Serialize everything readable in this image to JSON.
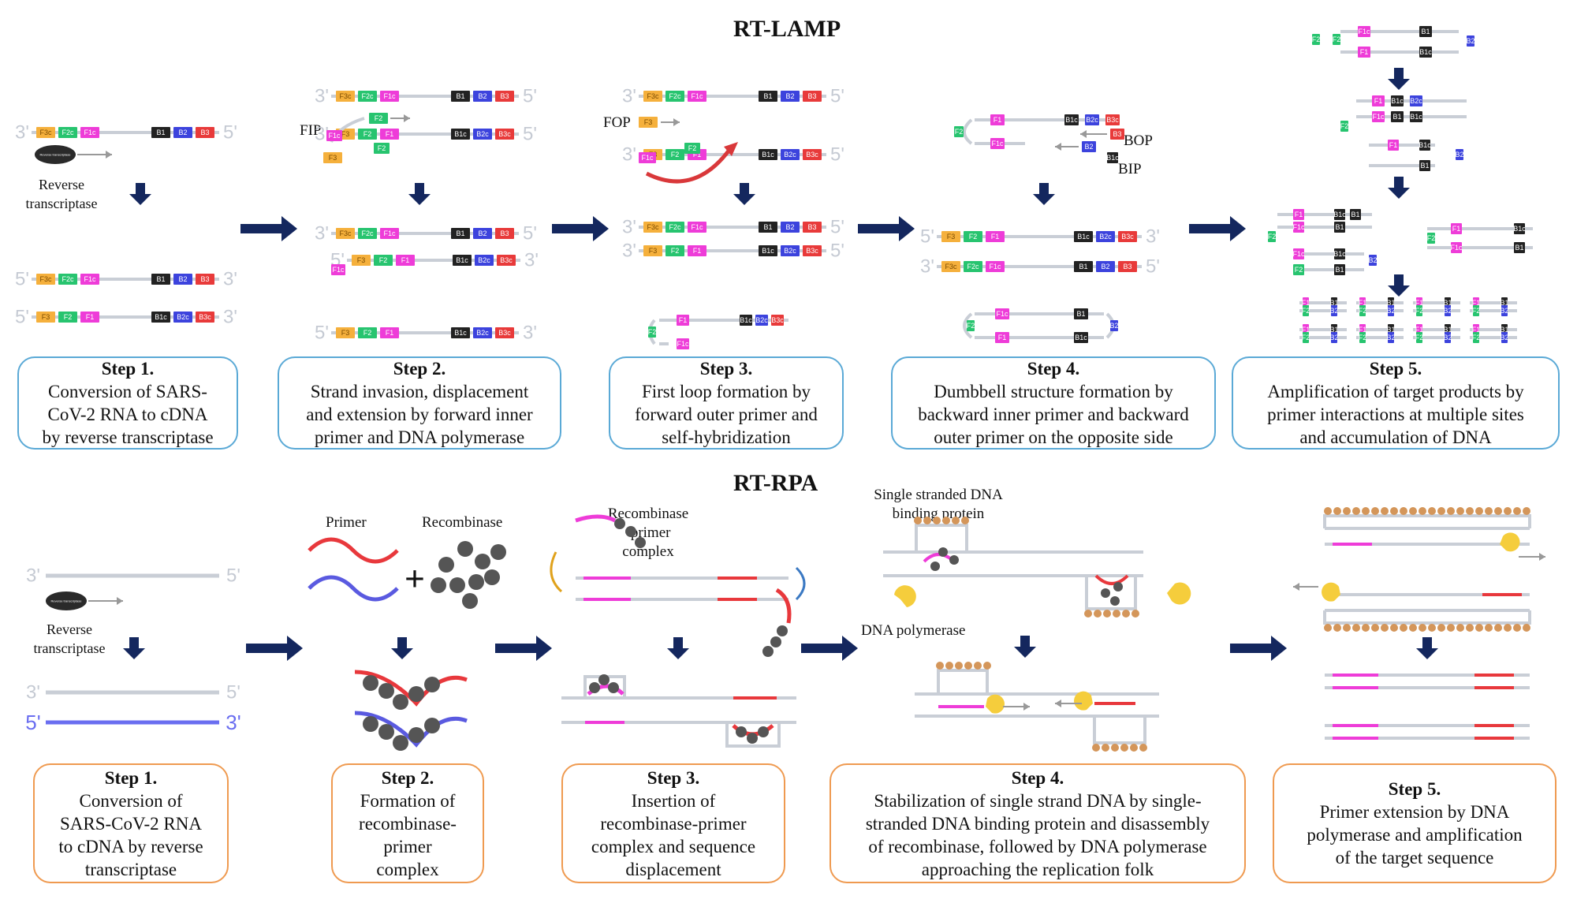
{
  "sections": {
    "lamp_title": "RT-LAMP",
    "rpa_title": "RT-RPA"
  },
  "lamp_steps": [
    {
      "step": "Step 1.",
      "desc": "Conversion of SARS-\nCoV-2 RNA to cDNA\nby reverse transcriptase"
    },
    {
      "step": "Step 2.",
      "desc": "Strand invasion, displacement\nand extension by forward inner\nprimer and DNA polymerase"
    },
    {
      "step": "Step 3.",
      "desc": "First loop formation by\nforward outer primer and\nself-hybridization"
    },
    {
      "step": "Step 4.",
      "desc": "Dumbbell structure formation by\nbackward inner primer and backward\nouter primer on the opposite side"
    },
    {
      "step": "Step 5.",
      "desc": "Amplification of target products by\nprimer interactions at multiple sites\nand accumulation of DNA"
    }
  ],
  "rpa_steps": [
    {
      "step": "Step 1.",
      "desc": "Conversion of\nSARS-CoV-2 RNA\nto cDNA by reverse\ntranscriptase"
    },
    {
      "step": "Step 2.",
      "desc": "Formation of\nrecombinase-\nprimer\ncomplex"
    },
    {
      "step": "Step 3.",
      "desc": "Insertion of\nrecombinase-primer\ncomplex and sequence\ndisplacement"
    },
    {
      "step": "Step 4.",
      "desc": "Stabilization of single strand DNA by single-\nstranded DNA binding protein and disassembly\nof recombinase, followed by DNA polymerase\napproaching the replication folk"
    },
    {
      "step": "Step 5.",
      "desc": "Primer extension by DNA\npolymerase and amplification\nof the target sequence"
    }
  ],
  "labels": {
    "reverse_transcriptase": "Reverse\ntranscriptase",
    "reverse_transcriptase_2": "Reverse\ntranscriptase",
    "fip": "FIP",
    "fop": "FOP",
    "bop": "BOP",
    "bip": "BIP",
    "primer": "Primer",
    "recombinase": "Recombinase",
    "rec_primer_complex": "Recombinase\n-primer\ncomplex",
    "ssb_protein": "Single stranded DNA\nbinding protein",
    "dna_polymerase": "DNA polymerase",
    "enzyme_tiny": "Reverse transcriptase",
    "end3": "3'",
    "end5": "5'"
  },
  "primer_regions": {
    "F3c": "F3c",
    "F2c": "F2c",
    "F1c": "F1c",
    "F3": "F3",
    "F2": "F2",
    "F1": "F1",
    "B1": "B1",
    "B2": "B2",
    "B3": "B3",
    "B1c": "B1c",
    "B2c": "B2c",
    "B3c": "B3c"
  },
  "colors": {
    "F3": "#f5b03c",
    "F2": "#27c46f",
    "F1": "#ee3cd8",
    "B1": "#222222",
    "B2": "#3c43dd",
    "B3": "#e83a3a",
    "strand": "#c9ced6",
    "arrow": "#14275e",
    "lamp_border": "#5aa9d6",
    "rpa_border": "#ef9a50",
    "rna_strand": "#c9ced6",
    "cdna_strand": "#6a6ef0",
    "primer_red": "#e8383c",
    "primer_blue": "#5a5ae0",
    "recombinase": "#555555",
    "ssb": "#d4965a",
    "polymerase": "#f5cd3c"
  }
}
